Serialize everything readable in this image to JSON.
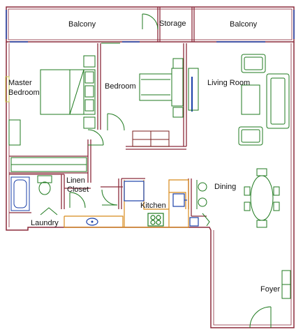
{
  "rooms": {
    "balcony_left": "Balcony",
    "storage": "Storage",
    "balcony_right": "Balcony",
    "master_bedroom_line1": "Master",
    "master_bedroom_line2": "Bedroom",
    "bedroom": "Bedroom",
    "living_room": "Living Room",
    "linen_line1": "Linen",
    "linen_line2": "Closet",
    "dining": "Dining",
    "kitchen": "Kitchen",
    "laundry": "Laundry",
    "foyer": "Foyer"
  },
  "colors": {
    "wall": "#8b2a3a",
    "furniture": "#1f7a1f",
    "window": "#1a3fa8",
    "counter": "#d88a1a",
    "cabinet": "#7a1f1f"
  }
}
